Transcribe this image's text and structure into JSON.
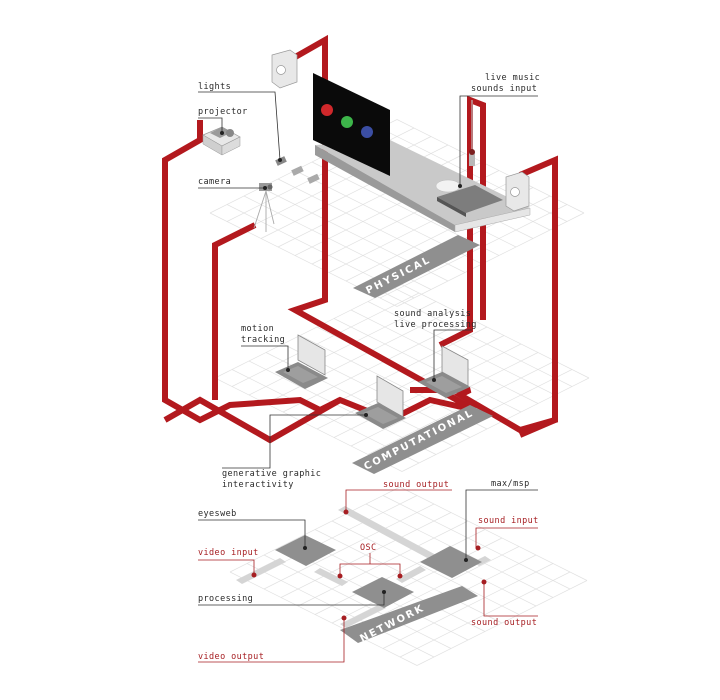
{
  "layers": {
    "physical": "PHYSICAL",
    "computational": "COMPUTATIONAL",
    "network": "NETWORK"
  },
  "physical_labels": {
    "lights": "lights",
    "projector": "projector",
    "camera": "camera",
    "live_music_1": "live music",
    "live_music_2": "sounds input"
  },
  "computational_labels": {
    "motion_1": "motion",
    "motion_2": "tracking",
    "sound_1": "sound analysis",
    "sound_2": "live processing",
    "generative_1": "generative graphic",
    "generative_2": "interactivity"
  },
  "network_labels": {
    "eyesweb": "eyesweb",
    "video_input": "video input",
    "osc": "OSC",
    "processing": "processing",
    "video_output": "video output",
    "sound_output_top": "sound output",
    "max_msp": "max/msp",
    "sound_input": "sound input",
    "sound_output_right": "sound output"
  },
  "screen_dots": [
    "#d0282b",
    "#3db54a",
    "#3b4ea3"
  ],
  "colors": {
    "accent_red": "#b3191e",
    "label_red": "#a61e22",
    "dark_gray": "#8a8a8a",
    "light_gray": "#cfcfcf"
  },
  "icons": [
    "speaker-icon",
    "projector-icon",
    "light-icon",
    "camera-icon",
    "laptop-icon",
    "mixer-icon",
    "microphone-icon",
    "node-icon"
  ]
}
